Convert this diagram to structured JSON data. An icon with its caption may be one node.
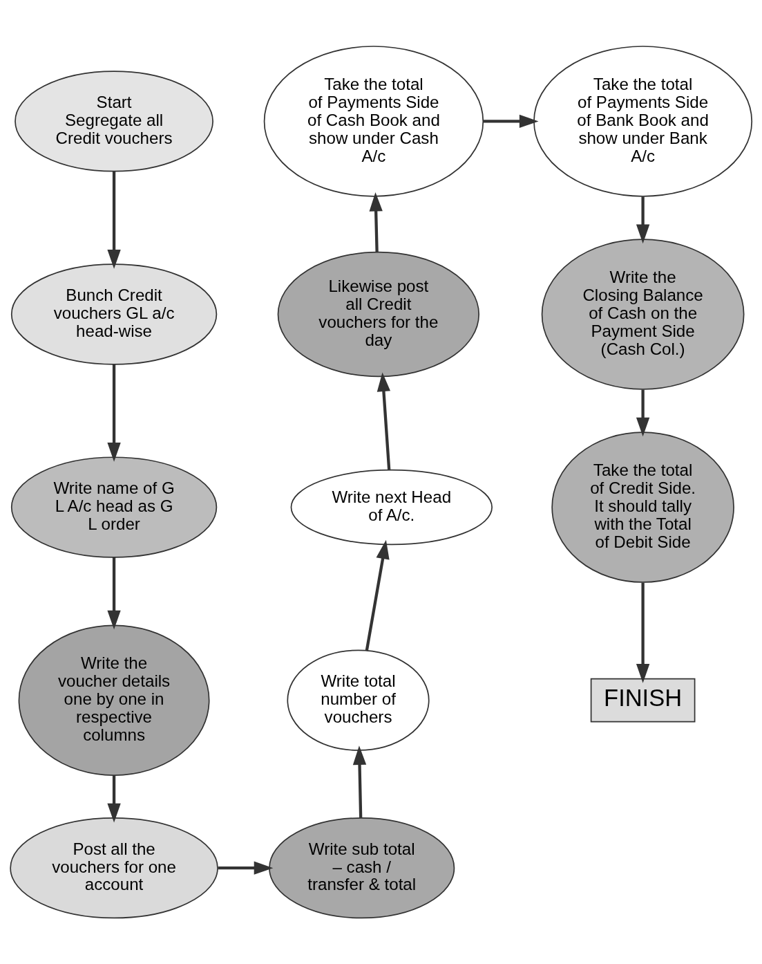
{
  "diagram": {
    "nodes": [
      {
        "text": [
          "Start",
          "Segregate all Credit vouchers"
        ]
      },
      {
        "text": [
          "Bunch Credit vouchers GL a/c head-wise"
        ]
      },
      {
        "text": [
          "Write name of G L A/c head as G L order"
        ]
      },
      {
        "text": [
          "Write the voucher details one by one in respective columns"
        ]
      },
      {
        "text": [
          "Post all the vouchers for one account"
        ]
      },
      {
        "text": [
          "Write sub total – cash / transfer & total"
        ]
      },
      {
        "text": [
          "Write total number of vouchers"
        ]
      },
      {
        "text": [
          "Write next Head of A/c."
        ]
      },
      {
        "text": [
          "Likewise post all Credit vouchers for the day"
        ]
      },
      {
        "text": [
          "Take the total of Payments Side of Cash Book and show under Cash A/c"
        ]
      },
      {
        "text": [
          "Take the total of Payments Side of Bank Book and show under Bank A/c"
        ]
      },
      {
        "text": [
          "Write the Closing Balance of Cash on the Payment Side (Cash Col.)"
        ]
      },
      {
        "text": [
          "Take the total of Credit Side. It should tally with the Total of Debit Side"
        ]
      },
      {
        "text": [
          "FINISH"
        ]
      }
    ],
    "edges": [
      {
        "from": 0,
        "to": 1,
        "arrow": "to"
      },
      {
        "from": 1,
        "to": 2,
        "arrow": "to"
      },
      {
        "from": 2,
        "to": 3,
        "arrow": "to"
      },
      {
        "from": 3,
        "to": 4,
        "arrow": "to"
      },
      {
        "from": 4,
        "to": 5,
        "arrow": "to"
      },
      {
        "from": 5,
        "to": 6,
        "arrow": "to"
      },
      {
        "from": 6,
        "to": 7,
        "arrow": "to"
      },
      {
        "from": 7,
        "to": 8,
        "arrow": "to"
      },
      {
        "from": 8,
        "to": 9,
        "arrow": "to"
      },
      {
        "from": 9,
        "to": 10,
        "arrow": "to"
      },
      {
        "from": 10,
        "to": 11,
        "arrow": "to"
      },
      {
        "from": 11,
        "to": 12,
        "arrow": "to"
      },
      {
        "from": 12,
        "to": 13,
        "arrow": "to"
      }
    ]
  }
}
